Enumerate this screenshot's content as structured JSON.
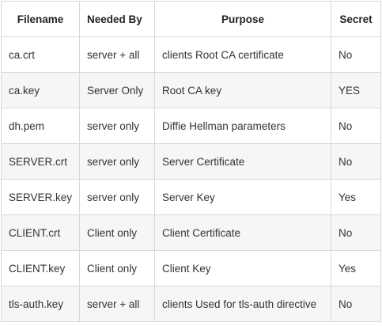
{
  "table": {
    "headers": [
      "Filename",
      "Needed By",
      "Purpose",
      "Secret"
    ],
    "rows": [
      [
        "ca.crt",
        "server + all",
        "clients Root CA certificate",
        "No"
      ],
      [
        "ca.key",
        "Server Only",
        "Root CA key",
        "YES"
      ],
      [
        "dh.pem",
        "server only",
        "Diffie Hellman parameters",
        "No"
      ],
      [
        "SERVER.crt",
        "server only",
        "Server Certificate",
        "No"
      ],
      [
        "SERVER.key",
        "server only",
        "Server Key",
        "Yes"
      ],
      [
        "CLIENT.crt",
        "Client only",
        "Client Certificate",
        "No"
      ],
      [
        "CLIENT.key",
        "Client only",
        "Client Key",
        "Yes"
      ],
      [
        "tls-auth.key",
        "server + all",
        "clients Used for tls-auth directive",
        "No"
      ]
    ]
  }
}
